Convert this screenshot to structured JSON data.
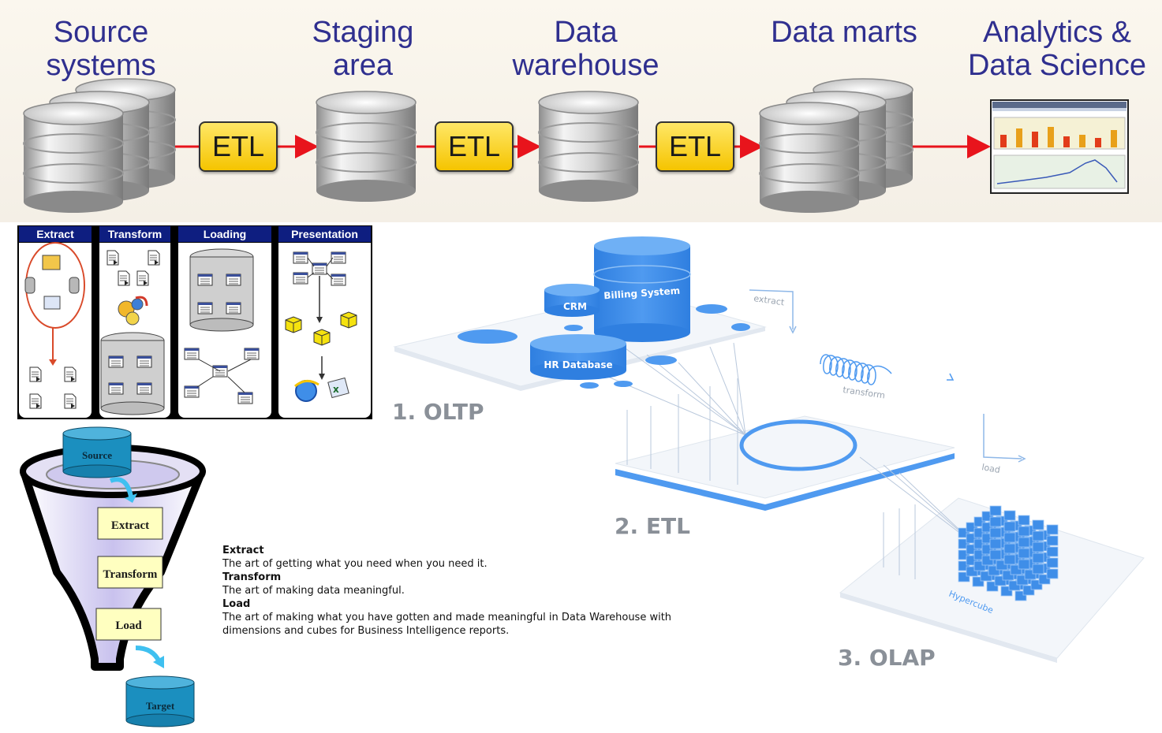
{
  "pipeline": {
    "stages": [
      {
        "title": "Source\nsystems"
      },
      {
        "title": "Staging\narea"
      },
      {
        "title": "Data\nwarehouse"
      },
      {
        "title": "Data marts"
      },
      {
        "title": "Analytics &\nData Science"
      }
    ],
    "etl_labels": [
      "ETL",
      "ETL",
      "ETL"
    ],
    "arrow_color": "#e8141c"
  },
  "process_panel": {
    "headers": [
      "Extract",
      "Transform",
      "Loading",
      "Presentation"
    ],
    "header_color": "#0e1e80"
  },
  "funnel": {
    "source_label": "Source",
    "steps": [
      "Extract",
      "Transform",
      "Load"
    ],
    "target_label": "Target",
    "cylinder_color": "#1b8fbf"
  },
  "descriptions": [
    {
      "term": "Extract",
      "definition": "The art of getting what you need when you need it."
    },
    {
      "term": "Transform",
      "definition": "The art of making data meaningful."
    },
    {
      "term": "Load",
      "definition": "The art of making what you have gotten and made meaningful in Data Warehouse with dimensions and cubes for Business Intelligence reports."
    }
  ],
  "layers": {
    "oltp": "1. OLTP",
    "etl": "2. ETL",
    "olap": "3. OLAP",
    "systems": [
      "Billing System",
      "CRM",
      "HR Database"
    ],
    "flow_labels": [
      "extract",
      "transform",
      "load"
    ],
    "cube_label": "Hypercube",
    "accent": "#3f8ee8"
  }
}
